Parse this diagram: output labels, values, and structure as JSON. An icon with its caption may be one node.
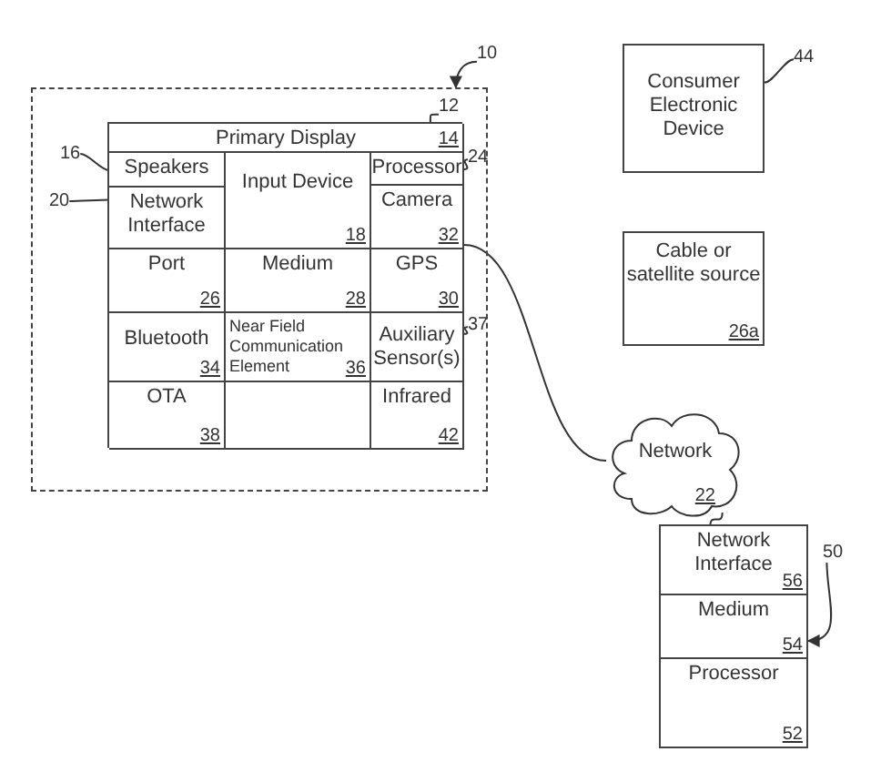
{
  "diagram": {
    "nodes": [
      {
        "text": [],
        "shape": "box"
      },
      {
        "text": [],
        "shape": "box",
        "in": 0
      },
      {
        "text": [
          "Primary Display",
          "14"
        ],
        "in": 1
      },
      {
        "text": [
          "Speakers"
        ],
        "in": 1
      },
      {
        "text": [
          "Network Interface"
        ],
        "in": 1
      },
      {
        "text": [
          "Input Device",
          "18"
        ],
        "in": 1
      },
      {
        "text": [
          "Processor"
        ],
        "in": 1
      },
      {
        "text": [
          "Camera",
          "32"
        ],
        "in": 1
      },
      {
        "text": [
          "Port",
          "26"
        ],
        "in": 1
      },
      {
        "text": [
          "Medium",
          "28"
        ],
        "in": 1
      },
      {
        "text": [
          "GPS",
          "30"
        ],
        "in": 1
      },
      {
        "text": [
          "Bluetooth",
          "34"
        ],
        "in": 1
      },
      {
        "text": [
          "Near Field Communication Element",
          "36"
        ],
        "in": 1
      },
      {
        "text": [
          "Auxiliary Sensor(s)"
        ],
        "in": 1
      },
      {
        "text": [
          "OTA",
          "38"
        ],
        "in": 1
      },
      {
        "text": [],
        "shape": "box",
        "in": 1
      },
      {
        "text": [
          "Infrared",
          "42"
        ],
        "in": 1
      },
      {
        "text": [
          "Consumer Electronic Device"
        ]
      },
      {
        "text": [
          "Cable or satellite source",
          "26a"
        ]
      },
      {
        "text": [
          "Network",
          "22"
        ]
      },
      {
        "text": [],
        "shape": "box"
      },
      {
        "text": [
          "Network Interface",
          "56"
        ],
        "in": 20
      },
      {
        "text": [
          "Medium",
          "54"
        ],
        "in": 20
      },
      {
        "text": [
          "Processor",
          "52"
        ],
        "in": 20
      },
      {
        "text": [
          "10"
        ]
      },
      {
        "text": [
          "12"
        ],
        "in": 0
      },
      {
        "text": [
          "16"
        ],
        "in": 0
      },
      {
        "text": [
          "20"
        ],
        "in": 0
      },
      {
        "text": [
          "24"
        ],
        "in": 0
      },
      {
        "text": [
          "37"
        ],
        "in": 0
      },
      {
        "text": [
          "44"
        ]
      },
      {
        "text": [
          "50"
        ]
      }
    ],
    "edges": [
      {
        "from": 7,
        "to": 19,
        "arrow": "none"
      },
      {
        "from": 19,
        "to": 21,
        "arrow": "none"
      },
      {
        "from": 24,
        "to": 0,
        "arrow": "to"
      },
      {
        "from": 25,
        "to": 1,
        "arrow": "none"
      },
      {
        "from": 26,
        "to": 3,
        "arrow": "none"
      },
      {
        "from": 27,
        "to": 4,
        "arrow": "none"
      },
      {
        "from": 28,
        "to": 6,
        "arrow": "none"
      },
      {
        "from": 29,
        "to": 13,
        "arrow": "none"
      },
      {
        "from": 30,
        "to": 17,
        "arrow": "none"
      },
      {
        "from": 31,
        "to": 20,
        "arrow": "to"
      }
    ]
  }
}
